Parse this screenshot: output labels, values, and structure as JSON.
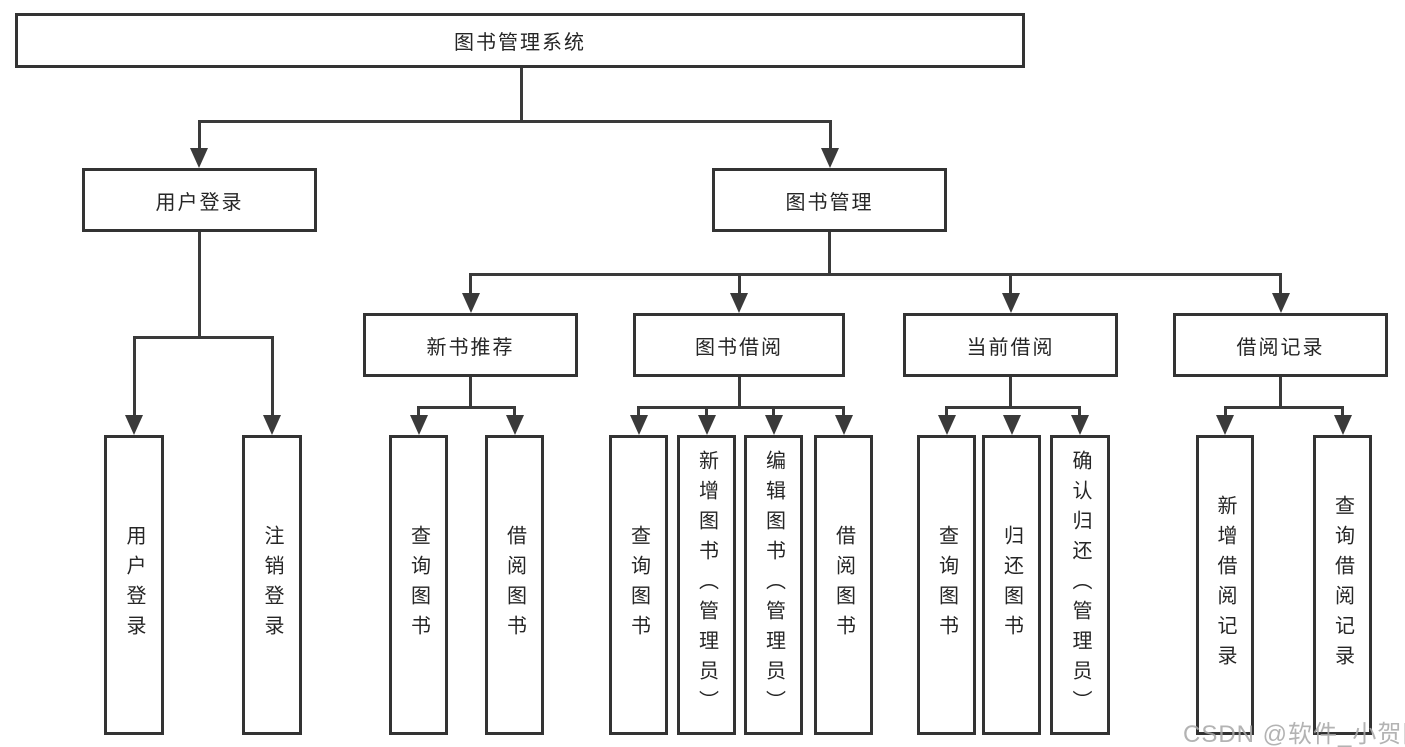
{
  "diagram": {
    "title": "图书管理系统",
    "watermark": "CSDN @软件_小贺同学",
    "colors": {
      "line": "#3a3a3a",
      "border": "#333333",
      "text": "#262626",
      "background": "#ffffff",
      "watermark": "#a8a8a8"
    },
    "nodes": [
      {
        "id": "root",
        "label": "图书管理系统",
        "level": 1,
        "parent": null
      },
      {
        "id": "user-login",
        "label": "用户登录",
        "level": 2,
        "parent": "root"
      },
      {
        "id": "book-mgmt",
        "label": "图书管理",
        "level": 2,
        "parent": "root"
      },
      {
        "id": "new-book-rec",
        "label": "新书推荐",
        "level": 3,
        "parent": "book-mgmt"
      },
      {
        "id": "book-borrow",
        "label": "图书借阅",
        "level": 3,
        "parent": "book-mgmt"
      },
      {
        "id": "current-borrow",
        "label": "当前借阅",
        "level": 3,
        "parent": "book-mgmt"
      },
      {
        "id": "borrow-records",
        "label": "借阅记录",
        "level": 3,
        "parent": "book-mgmt"
      },
      {
        "id": "leaf-user-login",
        "label": "用户登录",
        "level": 4,
        "parent": "user-login"
      },
      {
        "id": "leaf-logout",
        "label": "注销登录",
        "level": 4,
        "parent": "user-login"
      },
      {
        "id": "leaf-newrec-query-books",
        "label": "查询图书",
        "level": 4,
        "parent": "new-book-rec"
      },
      {
        "id": "leaf-newrec-borrow-books",
        "label": "借阅图书",
        "level": 4,
        "parent": "new-book-rec"
      },
      {
        "id": "leaf-borrow-query-books",
        "label": "查询图书",
        "level": 4,
        "parent": "book-borrow"
      },
      {
        "id": "leaf-borrow-add-books",
        "label": "新增图书（管理员）",
        "level": 4,
        "parent": "book-borrow"
      },
      {
        "id": "leaf-borrow-edit-books",
        "label": "编辑图书（管理员）",
        "level": 4,
        "parent": "book-borrow"
      },
      {
        "id": "leaf-borrow-borrow-books",
        "label": "借阅图书",
        "level": 4,
        "parent": "book-borrow"
      },
      {
        "id": "leaf-current-query-books",
        "label": "查询图书",
        "level": 4,
        "parent": "current-borrow"
      },
      {
        "id": "leaf-current-return-books",
        "label": "归还图书",
        "level": 4,
        "parent": "current-borrow"
      },
      {
        "id": "leaf-current-confirm-return",
        "label": "确认归还（管理员）",
        "level": 4,
        "parent": "current-borrow"
      },
      {
        "id": "leaf-records-add-record",
        "label": "新增借阅记录",
        "level": 4,
        "parent": "borrow-records"
      },
      {
        "id": "leaf-records-query-record",
        "label": "查询借阅记录",
        "level": 4,
        "parent": "borrow-records"
      }
    ],
    "edges": [
      [
        "root",
        "user-login"
      ],
      [
        "root",
        "book-mgmt"
      ],
      [
        "user-login",
        "leaf-user-login"
      ],
      [
        "user-login",
        "leaf-logout"
      ],
      [
        "book-mgmt",
        "new-book-rec"
      ],
      [
        "book-mgmt",
        "book-borrow"
      ],
      [
        "book-mgmt",
        "current-borrow"
      ],
      [
        "book-mgmt",
        "borrow-records"
      ],
      [
        "new-book-rec",
        "leaf-newrec-query-books"
      ],
      [
        "new-book-rec",
        "leaf-newrec-borrow-books"
      ],
      [
        "book-borrow",
        "leaf-borrow-query-books"
      ],
      [
        "book-borrow",
        "leaf-borrow-add-books"
      ],
      [
        "book-borrow",
        "leaf-borrow-edit-books"
      ],
      [
        "book-borrow",
        "leaf-borrow-borrow-books"
      ],
      [
        "current-borrow",
        "leaf-current-query-books"
      ],
      [
        "current-borrow",
        "leaf-current-return-books"
      ],
      [
        "current-borrow",
        "leaf-current-confirm-return"
      ],
      [
        "borrow-records",
        "leaf-records-add-record"
      ],
      [
        "borrow-records",
        "leaf-records-query-record"
      ]
    ]
  }
}
